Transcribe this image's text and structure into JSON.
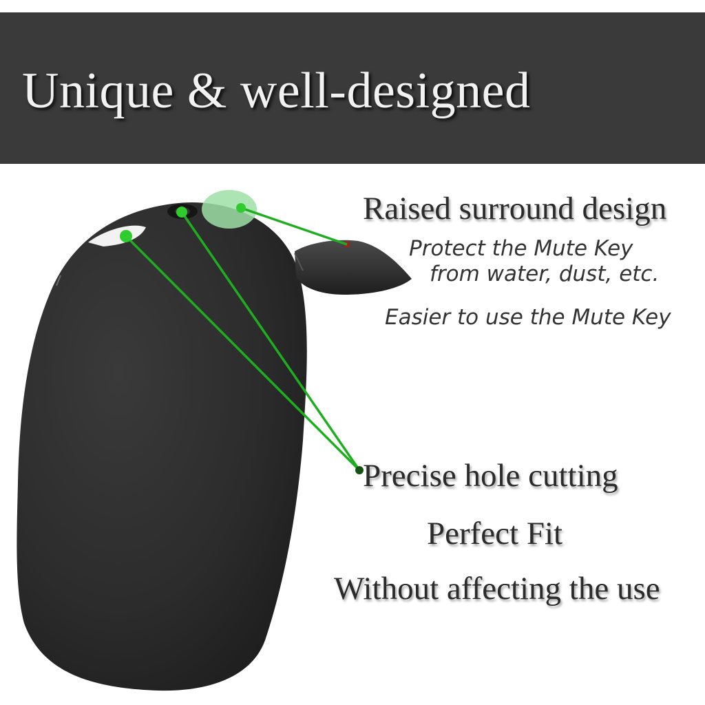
{
  "banner": {
    "title": "Unique & well-designed"
  },
  "callouts": {
    "raised": {
      "title": "Raised surround design",
      "line1": "Protect the Mute Key",
      "line2": "from water, dust, etc.",
      "line3": "Easier to use the Mute Key"
    },
    "hole": {
      "title": "Precise hole cutting",
      "line1": "Perfect Fit",
      "line2": "Without affecting the use"
    }
  },
  "colors": {
    "banner_bg": "#3a3a3a",
    "case_black": "#2e2e2e",
    "pointer_green": "#1fae1f",
    "highlight_green": "#9fdfa6"
  }
}
